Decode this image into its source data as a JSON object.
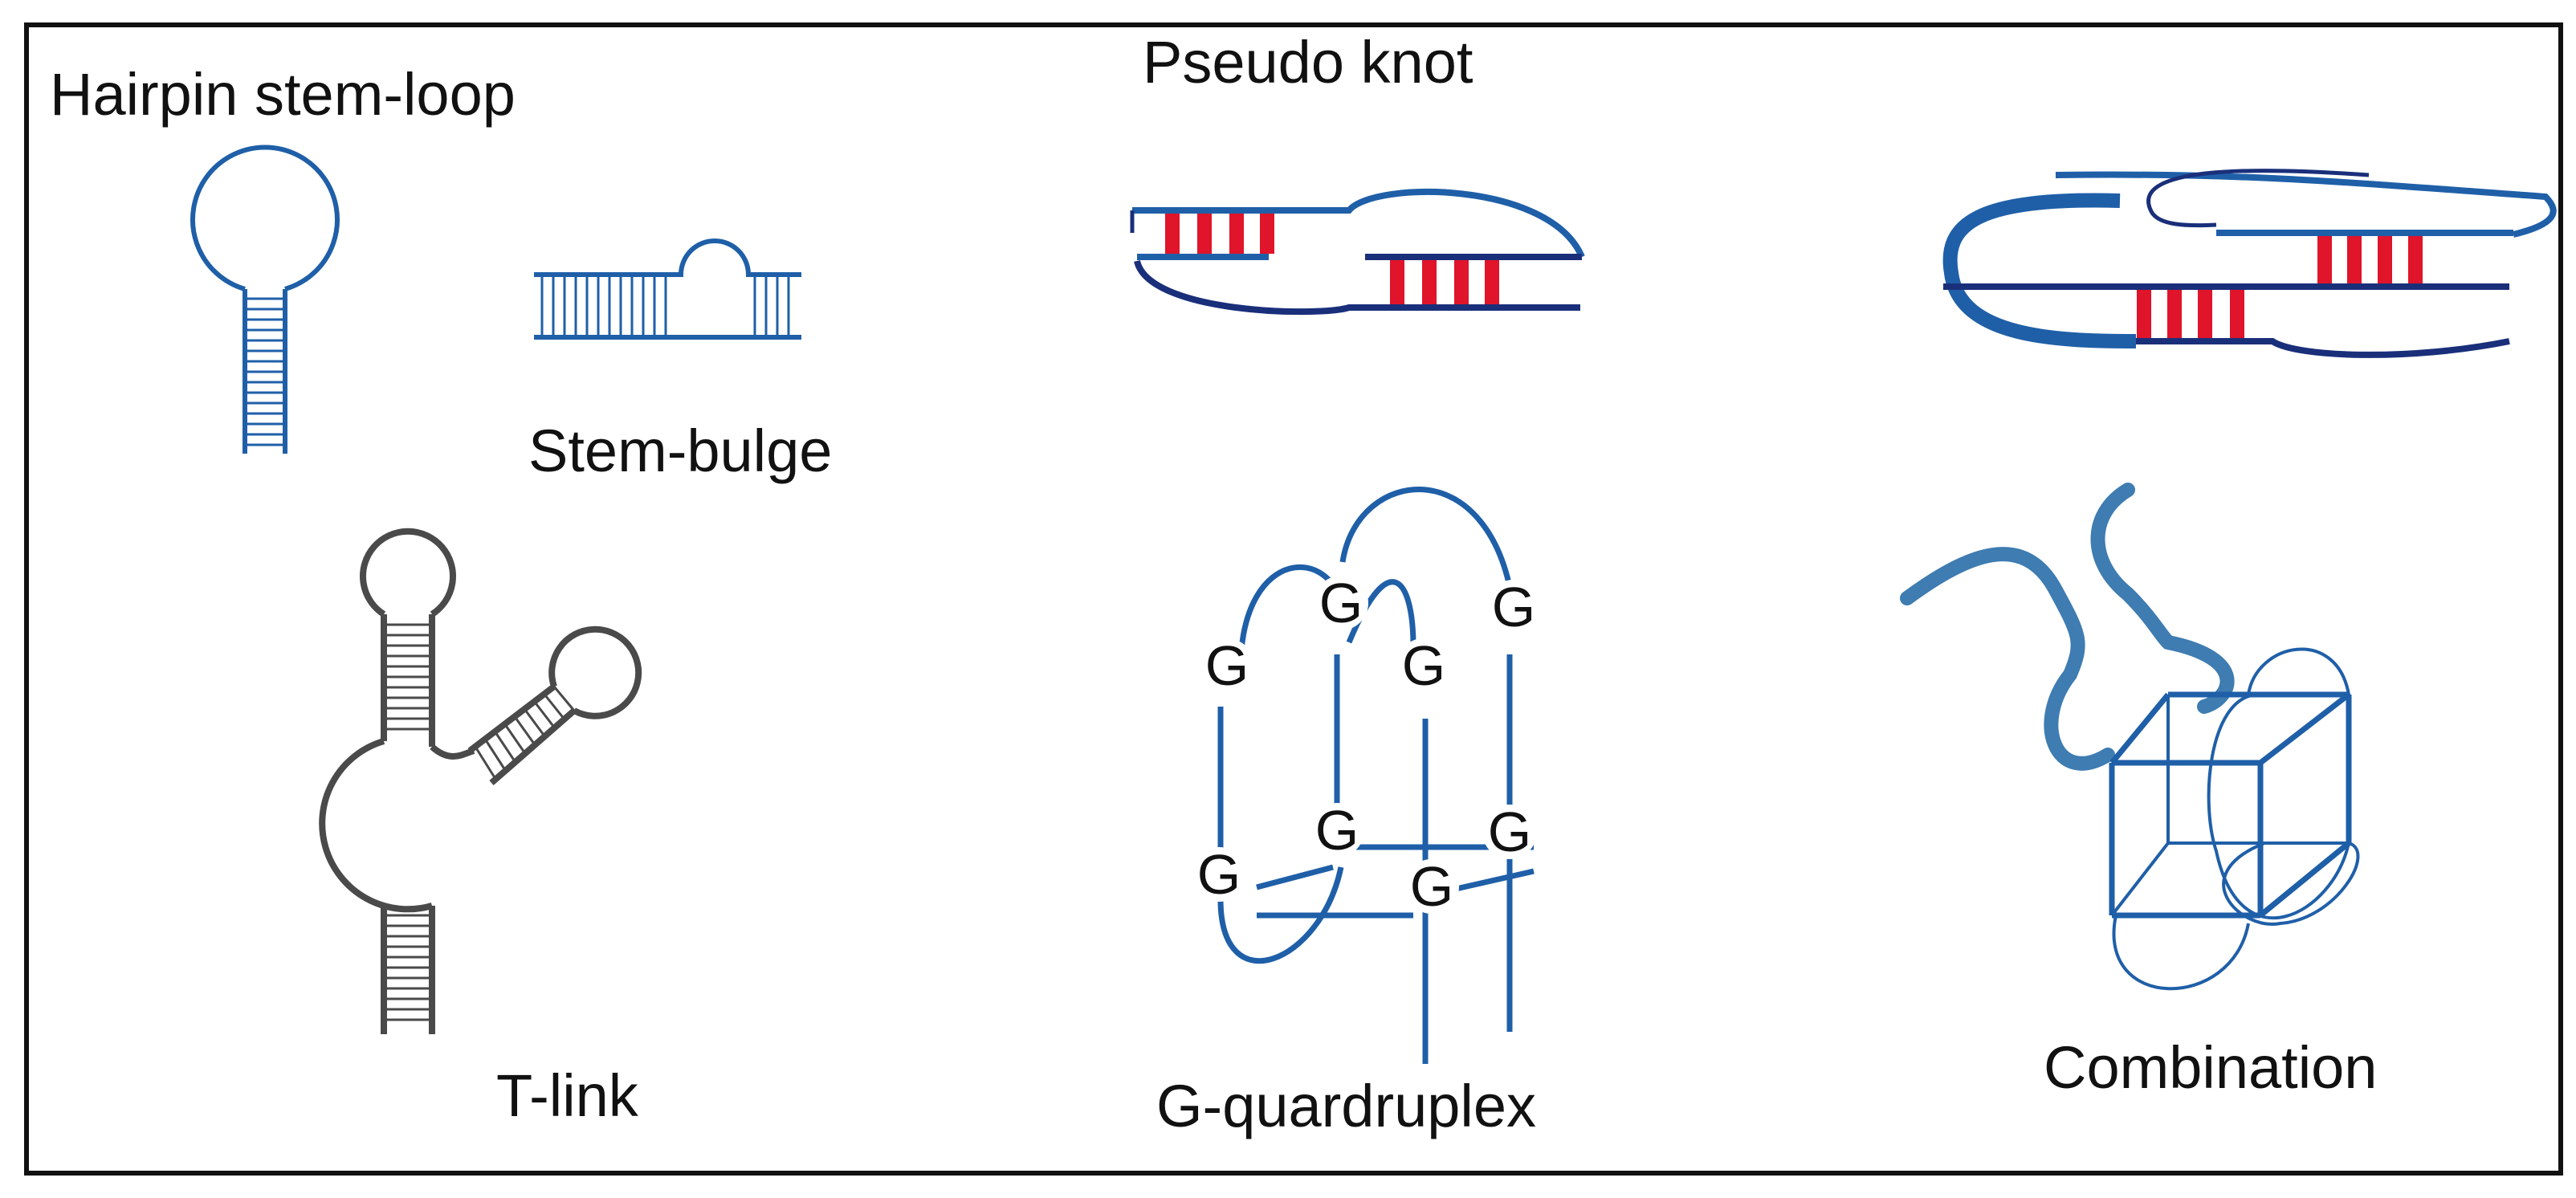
{
  "labels": {
    "hairpin": "Hairpin stem-loop",
    "stem_bulge": "Stem-bulge",
    "pseudo_knot": "Pseudo knot",
    "t_link": "T-link",
    "g_quadruplex": "G-quardruplex",
    "combination": "Combination"
  },
  "g_letters": [
    "G",
    "G",
    "G",
    "G",
    "G",
    "G",
    "G",
    "G"
  ],
  "colors": {
    "strand_blue": "#1f5fa8",
    "dark_blue": "#1a2f7a",
    "gray": "#4a4a4a",
    "pair_red": "#e0142a",
    "steel_blue": "#3e7cb1",
    "frame": "#111111"
  }
}
